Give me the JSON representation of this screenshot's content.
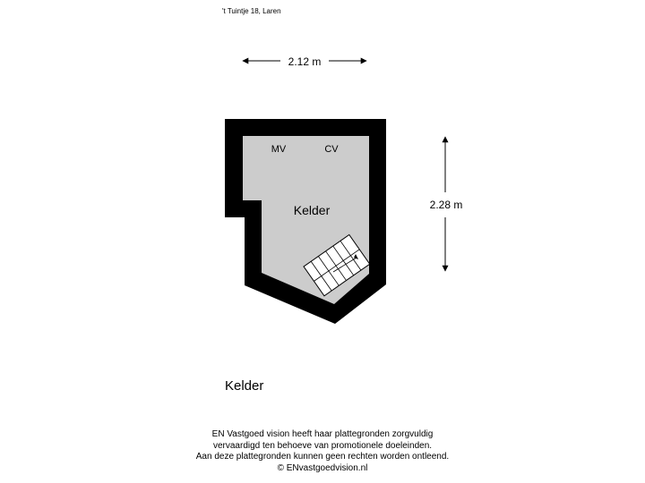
{
  "header": {
    "address": "'t Tuintje 18, Laren"
  },
  "dimensions": {
    "width_label": "2.12 m",
    "height_label": "2.28 m"
  },
  "rooms": {
    "main_label": "Kelder",
    "mv_label": "MV",
    "cv_label": "CV"
  },
  "floor": {
    "caption": "Kelder"
  },
  "footer": {
    "line1": "EN Vastgoed vision heeft haar plattegronden zorgvuldig",
    "line2": "vervaardigd ten behoeve van promotionele doeleinden.",
    "line3": "Aan deze plattegronden kunnen geen rechten worden ontleend.",
    "line4": "© ENvastgoedvision.nl"
  },
  "colors": {
    "wall": "#000000",
    "floor": "#cccccc",
    "background": "#ffffff"
  }
}
